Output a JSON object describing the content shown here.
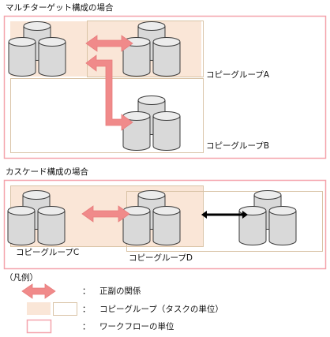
{
  "section1": {
    "title": "マルチターゲット構成の場合",
    "group_a_label": "コピーグループA",
    "group_b_label": "コピーグループB"
  },
  "section2": {
    "title": "カスケード構成の場合",
    "group_c_label": "コピーグループC",
    "group_d_label": "コピーグループD"
  },
  "legend": {
    "title": "（凡例）",
    "items": [
      {
        "colon": "：",
        "text": "正副の関係"
      },
      {
        "colon": "：",
        "text": "コピーグループ（タスクの単位）"
      },
      {
        "colon": "：",
        "text": "ワークフローの単位"
      }
    ]
  },
  "colors": {
    "workflow_border": "#f4a3ac",
    "group_fill": "#fae6d7",
    "group_border": "#d9c3a6",
    "arrow": "#f08a8a",
    "disk_fill": "#d9d9d9",
    "disk_stroke": "#3a3a3a"
  }
}
